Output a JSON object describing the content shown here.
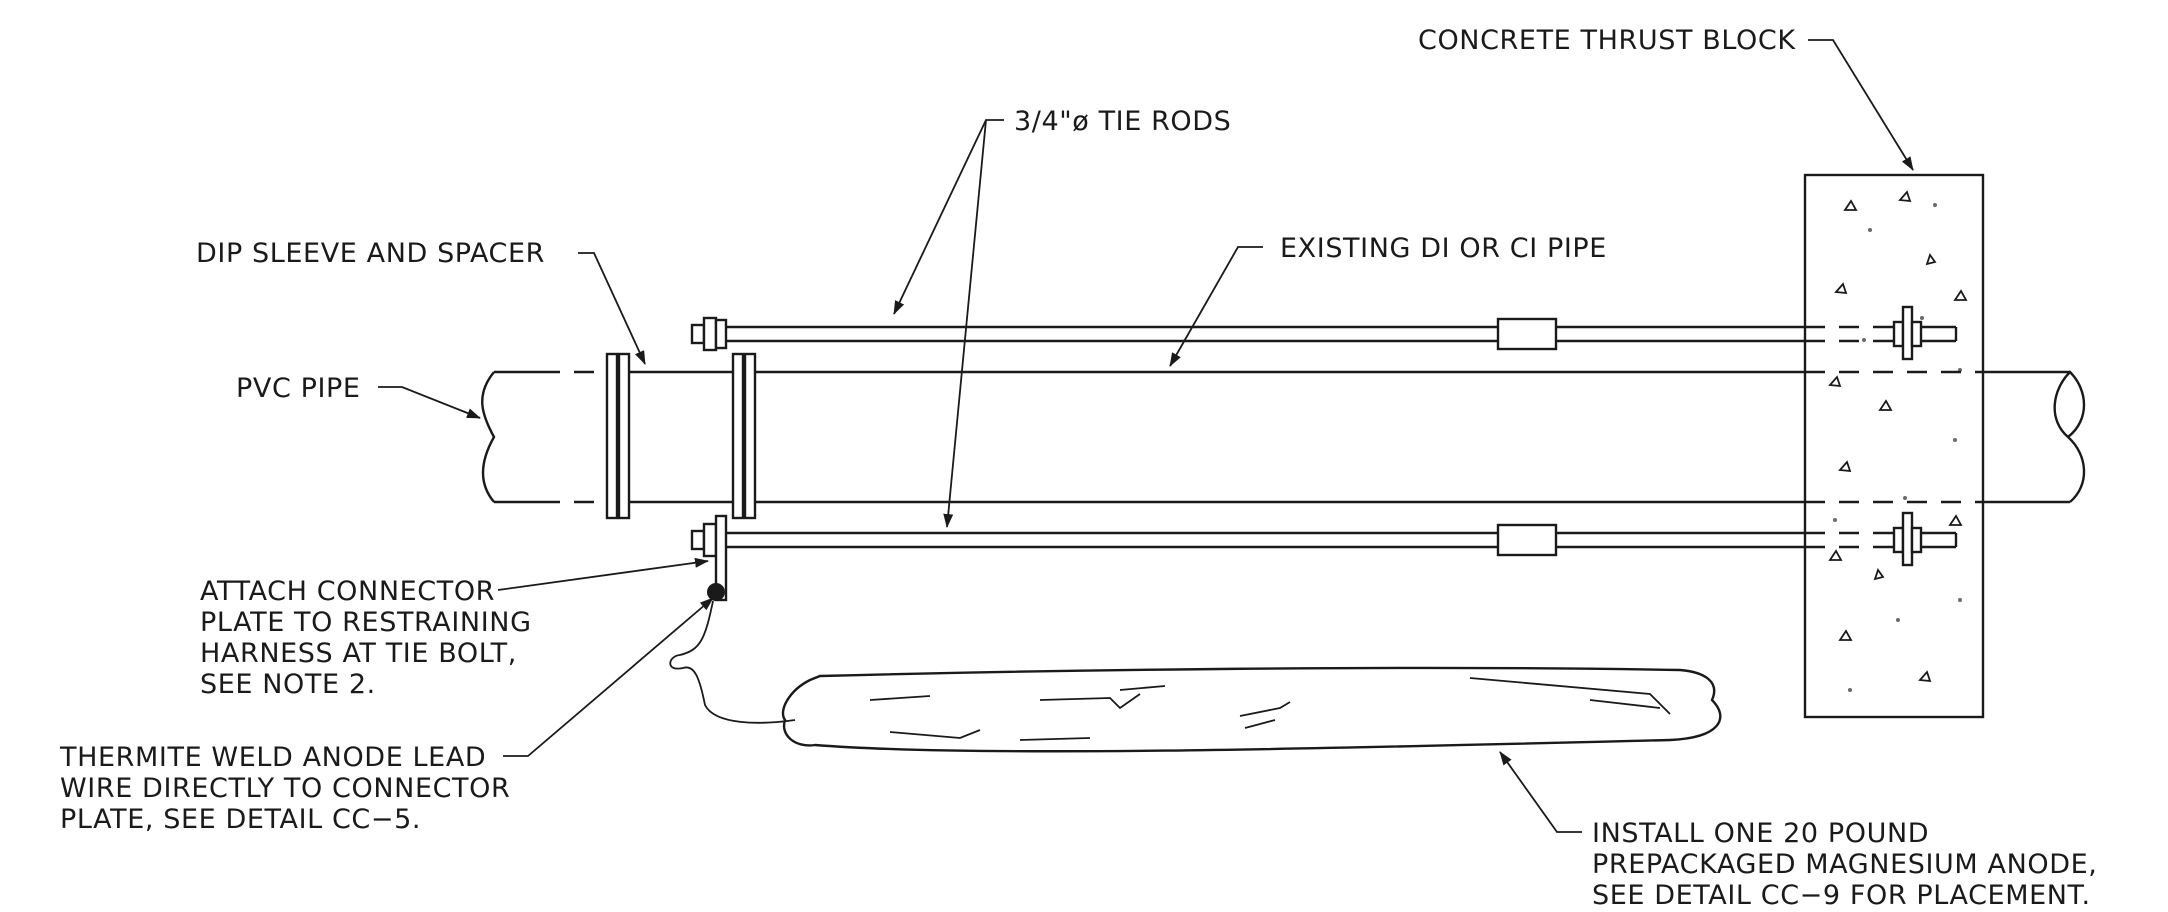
{
  "labels": {
    "concrete_thrust_block": "CONCRETE THRUST BLOCK",
    "tie_rods": "3/4\"ø TIE RODS",
    "dip_sleeve": "DIP SLEEVE AND SPACER",
    "existing_pipe": "EXISTING DI OR CI PIPE",
    "pvc_pipe": "PVC PIPE",
    "attach_connector": [
      "ATTACH CONNECTOR",
      "PLATE TO RESTRAINING",
      "HARNESS AT TIE BOLT,",
      "SEE NOTE 2."
    ],
    "thermite_weld": [
      "THERMITE WELD ANODE LEAD",
      "WIRE DIRECTLY TO CONNECTOR",
      "PLATE, SEE DETAIL CC−5."
    ],
    "install_anode": [
      "INSTALL ONE 20 POUND",
      "PREPACKAGED MAGNESIUM ANODE,",
      "SEE DETAIL CC−9 FOR PLACEMENT."
    ]
  }
}
